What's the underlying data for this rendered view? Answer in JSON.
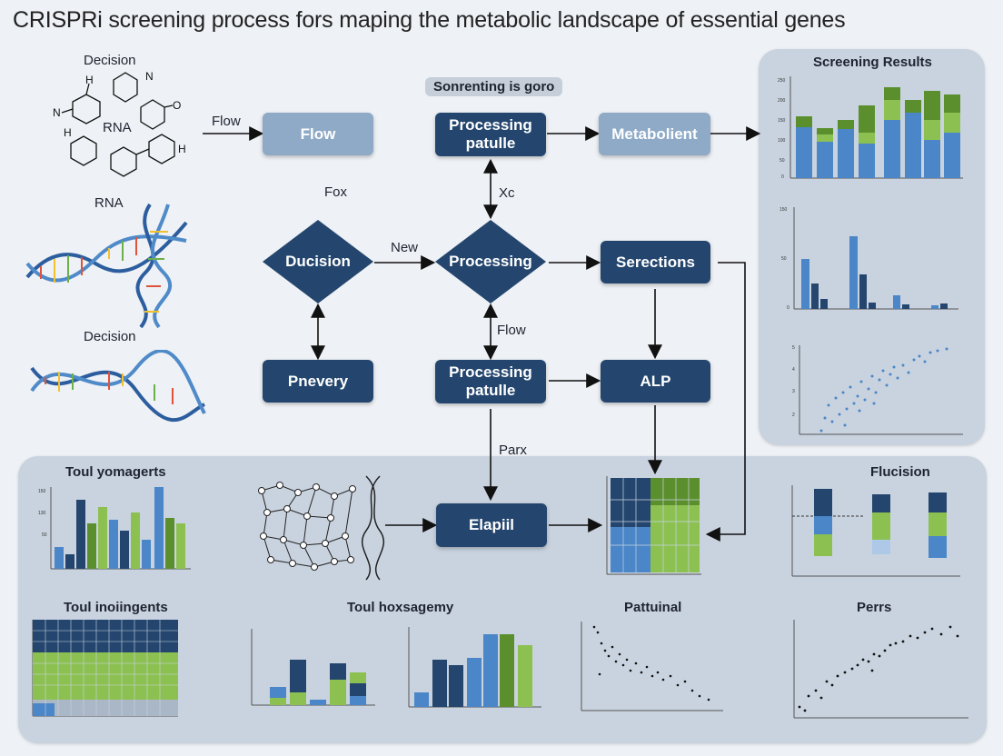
{
  "title": "CRISPRi screening process fors maping the metabolic landscape of essential genes",
  "header_chip": "Sonrenting is goro",
  "flow_nodes": {
    "flow": "Flow",
    "processing_top": "Processing\npatulle",
    "metabolient": "Metabolient",
    "ducision": "Ducision",
    "processing_mid": "Processing",
    "selections": "Serections",
    "pnevery": "Pnevery",
    "processing_bot": "Processing\npatulle",
    "alp": "ALP",
    "elapiil": "Elapiil"
  },
  "edge_labels": {
    "flow_in": "Flow",
    "fox": "Fox",
    "xc": "Xc",
    "new": "New",
    "flow_mid": "Flow",
    "parx": "Parx"
  },
  "left_labels": {
    "decision_top": "Decision",
    "rna_a": "RNA",
    "rna_b": "RNA",
    "decision_bottom": "Decision"
  },
  "panels": {
    "screening_results": "Screening Results",
    "toul_yomagerts": "Toul yomagerts",
    "flucision": "Flucision",
    "toul_inoiingents": "Toul inoiingents",
    "toul_hoxsagemy": "Toul hoxsagemy",
    "pattuinal": "Pattuinal",
    "perrs": "Perrs"
  },
  "colors": {
    "navy": "#24466e",
    "light_node": "#8eaac7",
    "blue": "#4a86c8",
    "green": "#8cc152",
    "dark_green": "#5b8f2e",
    "panel": "#c9d3df"
  }
}
